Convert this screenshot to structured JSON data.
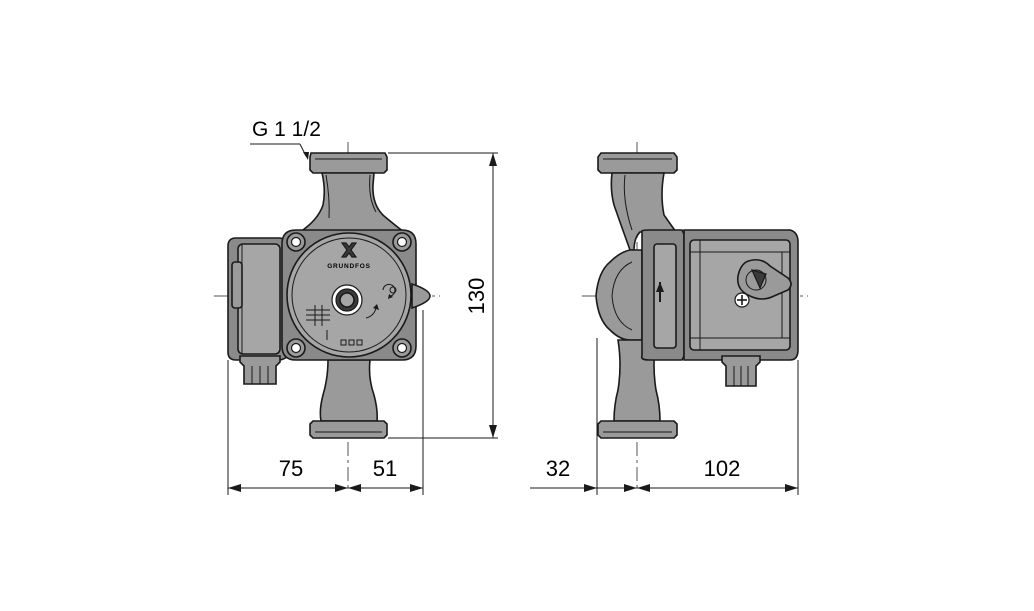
{
  "thread_label": "G 1 1/2",
  "dimensions": {
    "height": "130",
    "front_left_width": "75",
    "front_right_width": "51",
    "side_left_width": "32",
    "side_right_width": "102"
  },
  "logo": {
    "brand": "GRUNDFOS",
    "icon": "grundfos-x-logo"
  },
  "icons": {
    "arrow": "flow-direction-arrow-icon",
    "rotation": "rotation-arrow-icon",
    "speed_selector": "speed-selector-icon",
    "screw": "phillips-screw-icon"
  }
}
